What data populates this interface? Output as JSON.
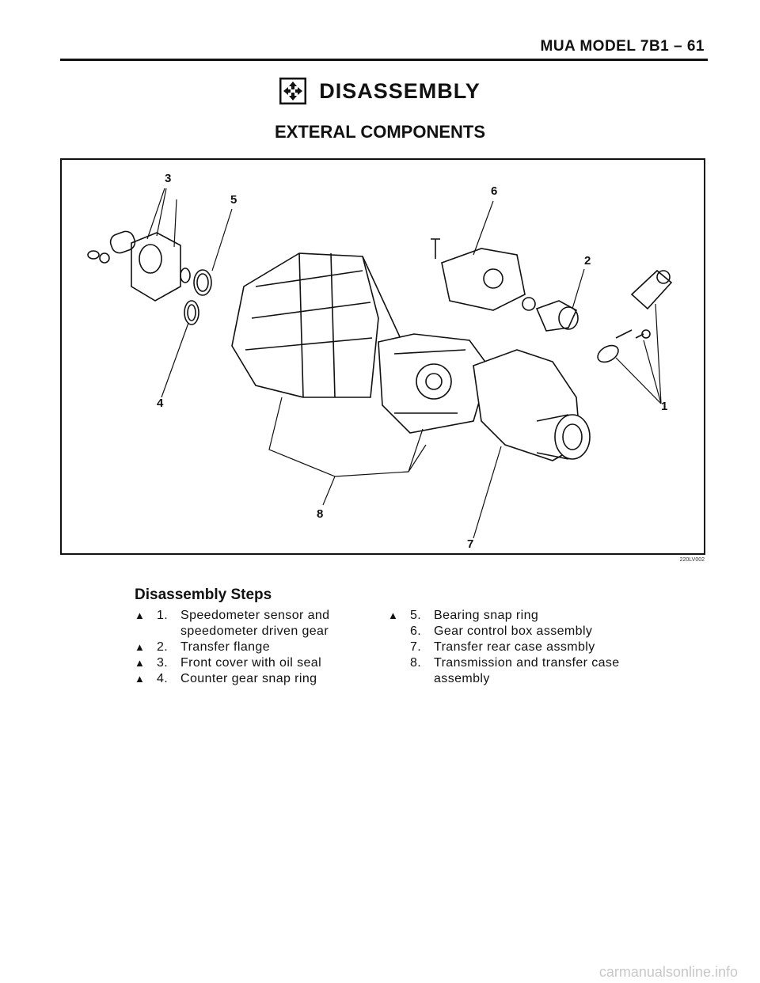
{
  "header": {
    "running_head": "MUA MODEL  7B1 – 61"
  },
  "title": "DISASSEMBLY",
  "subtitle": "EXTERAL COMPONENTS",
  "figure": {
    "callouts": [
      "1",
      "2",
      "3",
      "4",
      "5",
      "6",
      "7",
      "8"
    ],
    "code": "220LV002"
  },
  "steps": {
    "heading": "Disassembly Steps",
    "left": [
      {
        "marker": "▲",
        "num": "1.",
        "text": "Speedometer sensor and speedometer driven gear"
      },
      {
        "marker": "▲",
        "num": "2.",
        "text": "Transfer flange"
      },
      {
        "marker": "▲",
        "num": "3.",
        "text": "Front cover with oil seal"
      },
      {
        "marker": "▲",
        "num": "4.",
        "text": "Counter gear snap ring"
      }
    ],
    "right": [
      {
        "marker": "▲",
        "num": "5.",
        "text": "Bearing snap ring"
      },
      {
        "marker": "",
        "num": "6.",
        "text": "Gear control box assembly"
      },
      {
        "marker": "",
        "num": "7.",
        "text": "Transfer rear case assmbly"
      },
      {
        "marker": "",
        "num": "8.",
        "text": "Transmission and transfer case assembly"
      }
    ]
  },
  "footer": {
    "watermark": "carmanualsonline.info"
  }
}
